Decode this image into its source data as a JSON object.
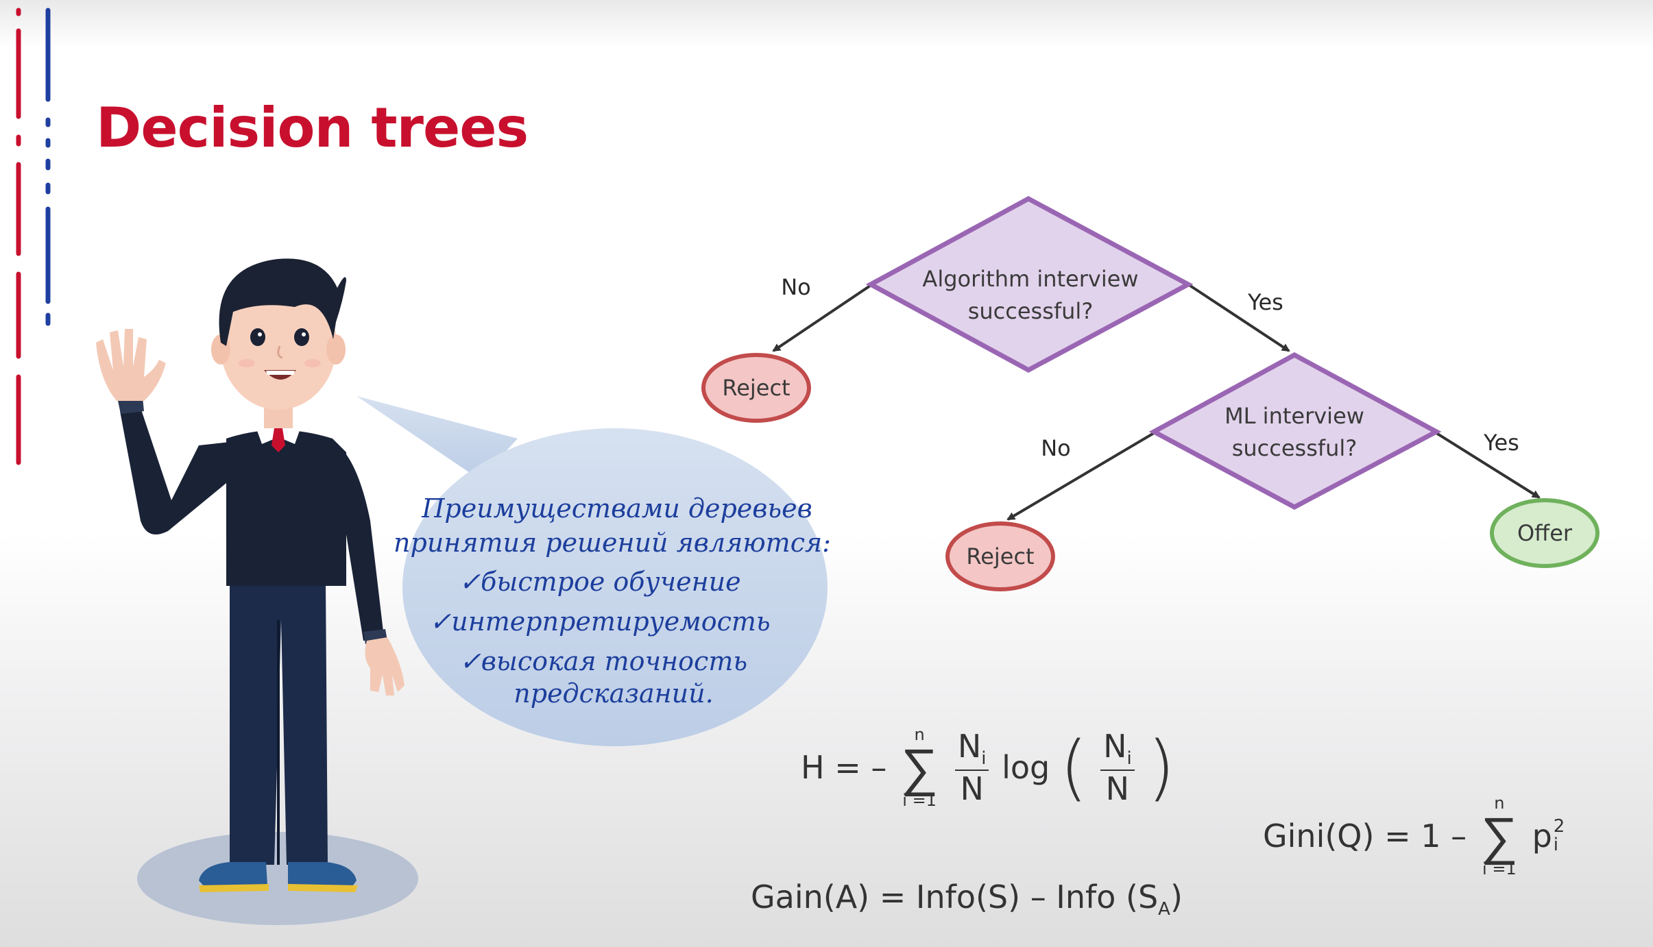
{
  "title": "Decision trees",
  "colors": {
    "brand_red": "#c8102e",
    "brand_blue": "#1f3fa0",
    "node_fill": "#e2d3ec",
    "node_stroke": "#9a66b3",
    "reject_fill": "#f4c6c6",
    "reject_stroke": "#c24b4b",
    "offer_fill": "#d6eccd",
    "offer_stroke": "#6fb15c"
  },
  "tree": {
    "root": {
      "line1": "Algorithm interview",
      "line2": "successful?"
    },
    "second": {
      "line1": "ML interview",
      "line2": "successful?"
    },
    "root_no_label": "No",
    "root_yes_label": "Yes",
    "second_no_label": "No",
    "second_yes_label": "Yes",
    "reject1": "Reject",
    "reject2": "Reject",
    "offer": "Offer"
  },
  "speech_bubble": {
    "line1": "Преимуществами деревьев",
    "line2": "принятия решений являются:",
    "item1": "✓быстрое обучение",
    "item2": "✓интерпретируемость",
    "item3a": "✓высокая точность",
    "item3b": "предсказаний."
  },
  "formulas": {
    "entropy": {
      "lhs": "H = –",
      "upper": "n",
      "lower": "i =1",
      "sum": "∑",
      "num": "N",
      "num_sub": "i",
      "den": "N",
      "log": "log",
      "lparen": "(",
      "rparen": ")"
    },
    "gini": {
      "lhs": "Gini(Q) = 1 –",
      "upper": "n",
      "lower": "i =1",
      "sum": "∑",
      "p": "p",
      "sup": "2",
      "sub": "i"
    },
    "gain": {
      "text": "Gain(A) = Info(S) – Info (S",
      "sub": "A",
      "close": ")"
    }
  }
}
